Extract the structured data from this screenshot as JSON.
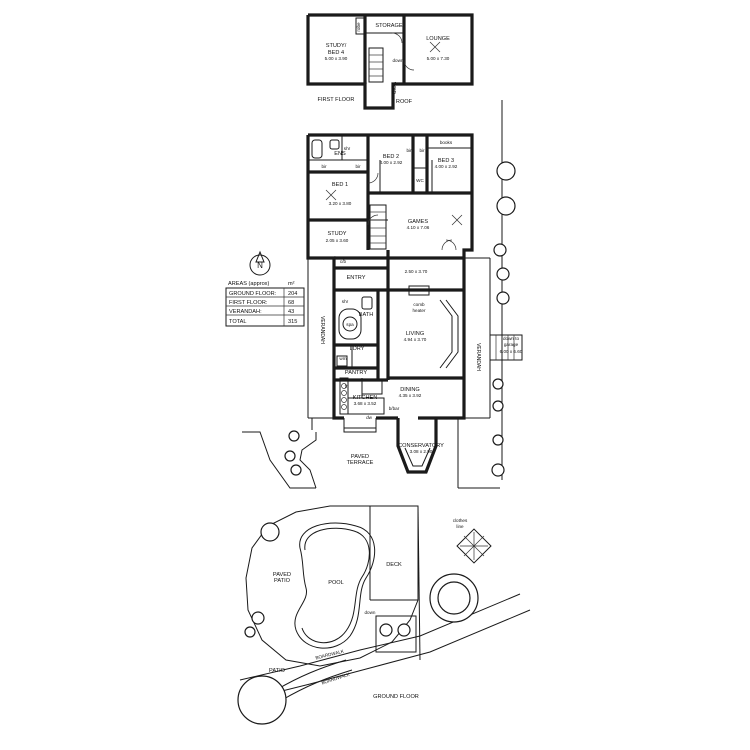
{
  "first_floor": {
    "title": "FIRST FLOOR",
    "rooms": {
      "storage": "STORAGE",
      "robe": "robe",
      "study_bed4_a": "STUDY/",
      "study_bed4_b": "BED 4",
      "study_bed4_dim": "5.00 x 3.90",
      "lounge": "LOUNGE",
      "lounge_dim": "5.00 x 7.30",
      "void": "VOID",
      "down": "down",
      "roof": "ROOF"
    }
  },
  "ground_floor": {
    "title": "GROUND FLOOR",
    "rooms": {
      "ens": "ENS",
      "shr": "shr",
      "bir1": "bir",
      "bir2": "bir",
      "bir3": "bir",
      "bir4": "bir",
      "books": "books",
      "bed2": "BED 2",
      "bed2_dim": "4.00 x 2.92",
      "bed3": "BED 3",
      "bed3_dim": "4.00 x 2.92",
      "wc": "WC",
      "bed1": "BED 1",
      "bed1_dim": "3.20 x 3.80",
      "study": "STUDY",
      "study_dim": "2.05 x 3.60",
      "games": "GAMES",
      "games_dim": "4.10 x 7.06",
      "hall_dim": "2.50 x 3.70",
      "cb": "c/b",
      "entry": "ENTRY",
      "shr2": "shr",
      "bath": "BATH",
      "spa": "spa",
      "comb_heater_a": "comb",
      "comb_heater_b": "heater",
      "living": "LIVING",
      "living_dim": "4.94 x 3.70",
      "ldry": "LDRY",
      "wm": "wm",
      "pantry": "PANTRY",
      "fr": "fr",
      "dining": "DINING",
      "dining_dim": "4.35 x 3.92",
      "kitchen": "KITCHEN",
      "kitchen_dim": "3.68 x 3.52",
      "dw": "dw",
      "bbar": "b/bar",
      "conservatory": "CONSERVATORY",
      "conservatory_dim": "3.08 x 2.90",
      "verandah_left": "VERANDAH",
      "verandah_right": "VERANDAH",
      "down_to_garage_a": "down to",
      "down_to_garage_b": "garage",
      "down_to_garage_dim": "6.00 x 6.60",
      "paved_terrace_a": "PAVED",
      "paved_terrace_b": "TERRACE"
    }
  },
  "outdoor": {
    "paved_patio_a": "PAVED",
    "paved_patio_b": "PATIO",
    "pool": "POOL",
    "deck": "DECK",
    "down": "down",
    "clothes_line_a": "clothes",
    "clothes_line_b": "line",
    "boardwalk_1": "BOARDWALK",
    "boardwalk_2": "BOARDWALK",
    "patio": "PATIO"
  },
  "compass": {
    "letter": "N"
  },
  "areas_table": {
    "title": "AREAS (approx)",
    "unit": "m²",
    "rows": [
      {
        "label": "GROUND FLOOR:",
        "value": "204"
      },
      {
        "label": "FIRST FLOOR:",
        "value": "68"
      },
      {
        "label": "VERANDAH:",
        "value": "43"
      }
    ],
    "total_label": "TOTAL",
    "total_value": "315"
  }
}
